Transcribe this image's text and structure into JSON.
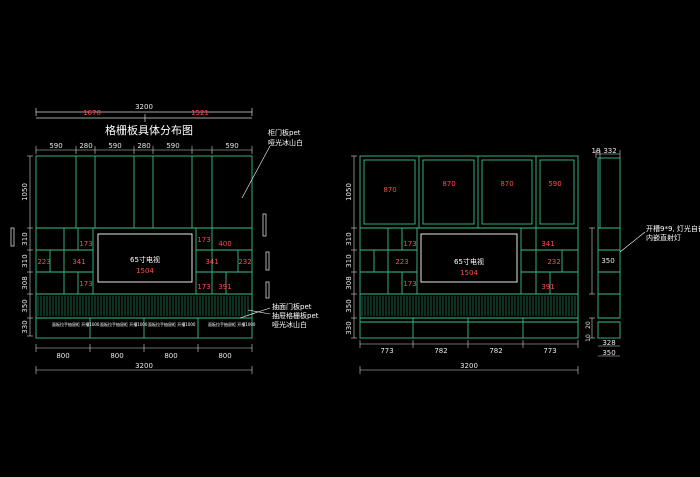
{
  "colors": {
    "background": "#000000",
    "line": "#ffffff",
    "cabinet": "#39c08a",
    "dim": "#d8d8d8",
    "dim_text": "#e8e8e8",
    "red_text": "#ff4b4b",
    "note": "#ffffff"
  },
  "left": {
    "title": "格栅板具体分布图",
    "top_total": "3200",
    "top_segments": [
      "1678",
      "1521"
    ],
    "top_widths": [
      "590",
      "280",
      "590",
      "280",
      "590",
      "590"
    ],
    "side_heights": [
      "1050",
      "310",
      "310",
      "308",
      "350",
      "330"
    ],
    "cell_values": {
      "a": "173",
      "b": "400",
      "c": "223",
      "d": "341",
      "e": "341",
      "f": "232",
      "g": "173",
      "h": "391",
      "i": "173",
      "j": "173"
    },
    "tv_label": "65寸电视",
    "tv_width": "1504",
    "note_top": [
      "柜门板pet",
      "哑光冰山白"
    ],
    "note_bottom": [
      "抽面门板pet",
      "抽屉格栅板pet",
      "哑光冰山白"
    ],
    "drawer_text": "面板拉手抽屉柜 开槽1000",
    "bottom_widths": [
      "800",
      "800",
      "800",
      "800"
    ],
    "bottom_total": "3200"
  },
  "middle": {
    "upper_widths": [
      "870",
      "870",
      "870",
      "590"
    ],
    "side_heights": [
      "1050",
      "310",
      "310",
      "308",
      "350",
      "330"
    ],
    "cell_values": {
      "a": "173",
      "b": "341",
      "c": "223",
      "d": "232",
      "e": "391",
      "f": "173"
    },
    "tv_label": "65寸电视",
    "tv_width": "1504",
    "bottom_widths": [
      "773",
      "782",
      "782",
      "773"
    ],
    "bottom_total": "3200"
  },
  "right": {
    "top_widths": [
      "18",
      "332"
    ],
    "note": [
      "开槽9*9, 灯光自备",
      "内嵌直射灯"
    ],
    "dims": [
      "350",
      "20",
      "10",
      "328",
      "350"
    ]
  }
}
